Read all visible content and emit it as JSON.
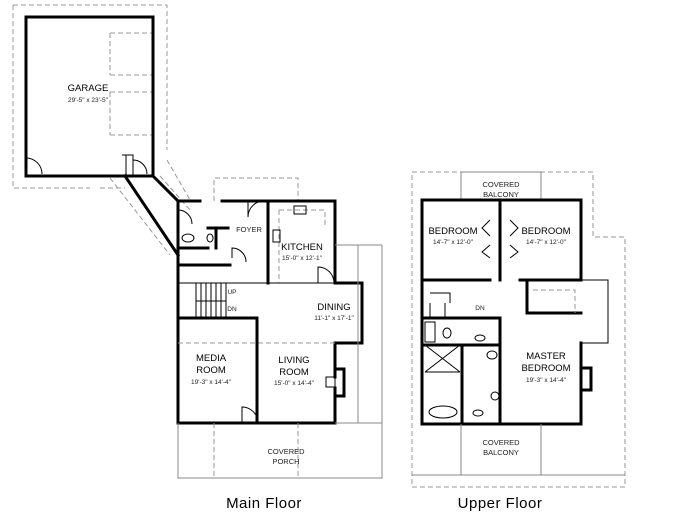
{
  "main_floor": {
    "caption": "Main Floor",
    "rooms": {
      "garage": {
        "name": "GARAGE",
        "dims": "29'-5\" x 23'-5\""
      },
      "foyer": {
        "name": "FOYER"
      },
      "kitchen": {
        "name": "KITCHEN",
        "dims": "15'-0\" x 12'-1\""
      },
      "dining": {
        "name": "DINING",
        "dims": "11'-1\" x 17'-1\""
      },
      "media": {
        "name_line1": "MEDIA",
        "name_line2": "ROOM",
        "dims": "19'-3\" x 14'-4\""
      },
      "living": {
        "name_line1": "LIVING",
        "name_line2": "ROOM",
        "dims": "15'-0\" x 14'-4\""
      },
      "porch": {
        "name_line1": "COVERED",
        "name_line2": "PORCH"
      }
    },
    "stair": {
      "up": "UP",
      "down": "DN"
    }
  },
  "upper_floor": {
    "caption": "Upper Floor",
    "rooms": {
      "balcony_top": {
        "name_line1": "COVERED",
        "name_line2": "BALCONY"
      },
      "bedroom_left": {
        "name": "BEDROOM",
        "dims": "14'-7\" x 12'-0\""
      },
      "bedroom_right": {
        "name": "BEDROOM",
        "dims": "14'-7\" x 12'-0\""
      },
      "master": {
        "name_line1": "MASTER",
        "name_line2": "BEDROOM",
        "dims": "19'-3\" x 14'-4\""
      },
      "balcony_bottom": {
        "name_line1": "COVERED",
        "name_line2": "BALCONY"
      }
    },
    "stair": {
      "down": "DN"
    }
  }
}
